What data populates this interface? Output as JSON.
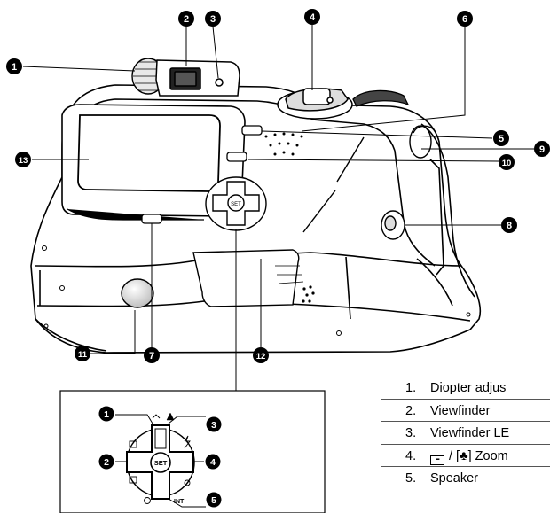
{
  "callouts": [
    {
      "id": "c1",
      "num": "1"
    },
    {
      "id": "c2",
      "num": "2"
    },
    {
      "id": "c3",
      "num": "3"
    },
    {
      "id": "c4",
      "num": "4"
    },
    {
      "id": "c5",
      "num": "5"
    },
    {
      "id": "c6",
      "num": "6"
    },
    {
      "id": "c7",
      "num": "7"
    },
    {
      "id": "c8",
      "num": "8"
    },
    {
      "id": "c9",
      "num": "9"
    },
    {
      "id": "c10",
      "num": "10"
    },
    {
      "id": "c11",
      "num": "11"
    },
    {
      "id": "c12",
      "num": "12"
    },
    {
      "id": "c13",
      "num": "13"
    }
  ],
  "inset_callouts": [
    {
      "id": "i1",
      "num": "1"
    },
    {
      "id": "i2",
      "num": "2"
    },
    {
      "id": "i3",
      "num": "3"
    },
    {
      "id": "i4",
      "num": "4"
    },
    {
      "id": "i5",
      "num": "5"
    }
  ],
  "dpad": {
    "center_label": "SET",
    "int_label": "INT.",
    "bottom_tag": "INT"
  },
  "camera": {
    "set_label": "SET"
  },
  "legend": [
    {
      "num": "1.",
      "text": "Diopter adjus"
    },
    {
      "num": "2.",
      "text": "Viewfinder"
    },
    {
      "num": "3.",
      "text": "Viewfinder LE"
    },
    {
      "num": "4.",
      "text": "/ [♣] Zoom",
      "icon": "zoom-tele-icon"
    },
    {
      "num": "5.",
      "text": "Speaker"
    }
  ],
  "colors": {
    "ink": "#000000",
    "paper": "#ffffff",
    "fill_light": "#eeeeee",
    "fill_mid": "#cccccc"
  }
}
